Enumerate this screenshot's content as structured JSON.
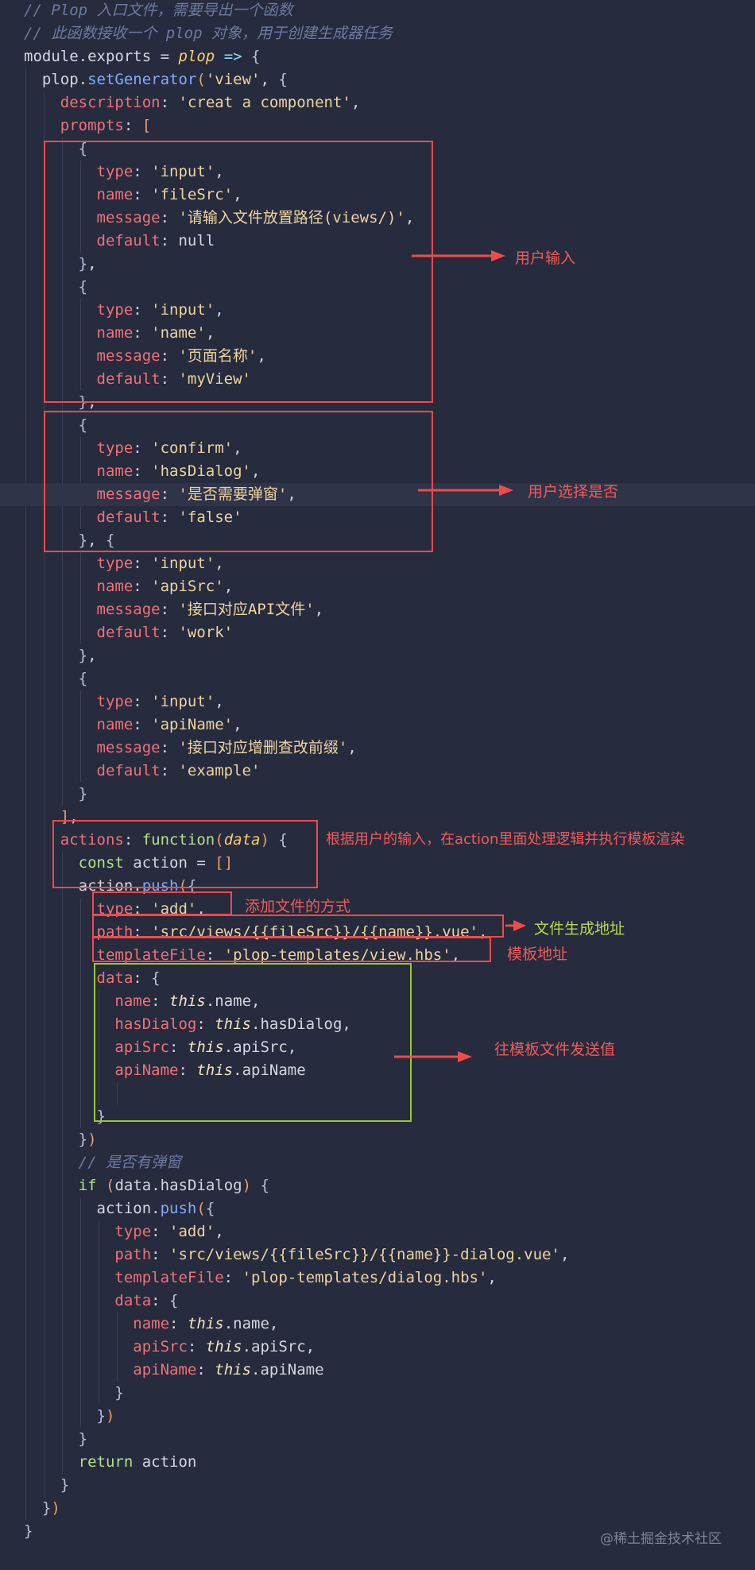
{
  "code_lines": [
    "// Plop 入口文件，需要导出一个函数",
    "// 此函数接收一个 plop 对象，用于创建生成器任务",
    "module.exports = plop => {",
    "  plop.setGenerator('view', {",
    "    description: 'creat a component',",
    "    prompts: [",
    "      {",
    "        type: 'input',",
    "        name: 'fileSrc',",
    "        message: '请输入文件放置路径(views/)',",
    "        default: null",
    "      },",
    "      {",
    "        type: 'input',",
    "        name: 'name',",
    "        message: '页面名称',",
    "        default: 'myView'",
    "      },",
    "      {",
    "        type: 'confirm',",
    "        name: 'hasDialog',",
    "        message: '是否需要弹窗',",
    "        default: 'false'",
    "      }, {",
    "        type: 'input',",
    "        name: 'apiSrc',",
    "        message: '接口对应API文件',",
    "        default: 'work'",
    "      },",
    "      {",
    "        type: 'input',",
    "        name: 'apiName',",
    "        message: '接口对应增删查改前缀',",
    "        default: 'example'",
    "      }",
    "    ],",
    "    actions: function(data) {",
    "      const action = []",
    "      action.push({",
    "        type: 'add',",
    "        path: 'src/views/{{fileSrc}}/{{name}}.vue',",
    "        templateFile: 'plop-templates/view.hbs',",
    "        data: {",
    "          name: this.name,",
    "          hasDialog: this.hasDialog,",
    "          apiSrc: this.apiSrc,",
    "          apiName: this.apiName",
    "",
    "        }",
    "      })",
    "      // 是否有弹窗",
    "      if (data.hasDialog) {",
    "        action.push({",
    "          type: 'add',",
    "          path: 'src/views/{{fileSrc}}/{{name}}-dialog.vue',",
    "          templateFile: 'plop-templates/dialog.hbs',",
    "          data: {",
    "            name: this.name,",
    "            apiSrc: this.apiSrc,",
    "            apiName: this.apiName",
    "          }",
    "        })",
    "      }",
    "      return action",
    "    }",
    "  })",
    "}"
  ],
  "annotations": {
    "user_input": "用户输入",
    "user_choice": "用户选择是否",
    "actions_logic": "根据用户的输入，在action里面处理逻辑并执行模板渲染",
    "add_method": "添加文件的方式",
    "file_path": "文件生成地址",
    "template_path": "模板地址",
    "send_values": "往模板文件发送值"
  },
  "watermark": "@稀土掘金技术社区",
  "colors": {
    "background": "#262b3d",
    "annotation_red": "#f24a4a",
    "annotation_green": "#9ac831"
  }
}
